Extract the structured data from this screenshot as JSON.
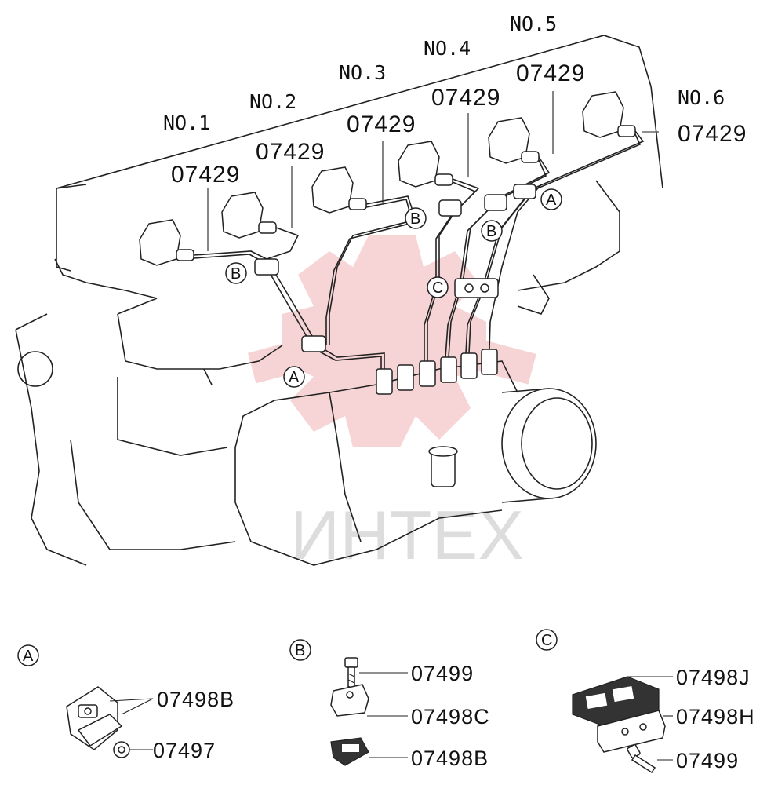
{
  "watermark": {
    "text": "ИНТЕХ",
    "color": "#e8868a"
  },
  "cylinders": [
    {
      "label": "NO.1",
      "part": "07429"
    },
    {
      "label": "NO.2",
      "part": "07429"
    },
    {
      "label": "NO.3",
      "part": "07429"
    },
    {
      "label": "NO.4",
      "part": "07429"
    },
    {
      "label": "NO.5",
      "part": "07429"
    },
    {
      "label": "NO.6",
      "part": "07429"
    }
  ],
  "callouts": {
    "a": "A",
    "b": "B",
    "c": "C"
  },
  "details": {
    "a": {
      "letter": "A",
      "parts": [
        "07498B",
        "07497"
      ]
    },
    "b": {
      "letter": "B",
      "parts": [
        "07499",
        "07498C",
        "07498B"
      ]
    },
    "c": {
      "letter": "C",
      "parts": [
        "07498J",
        "07498H",
        "07499"
      ]
    }
  }
}
